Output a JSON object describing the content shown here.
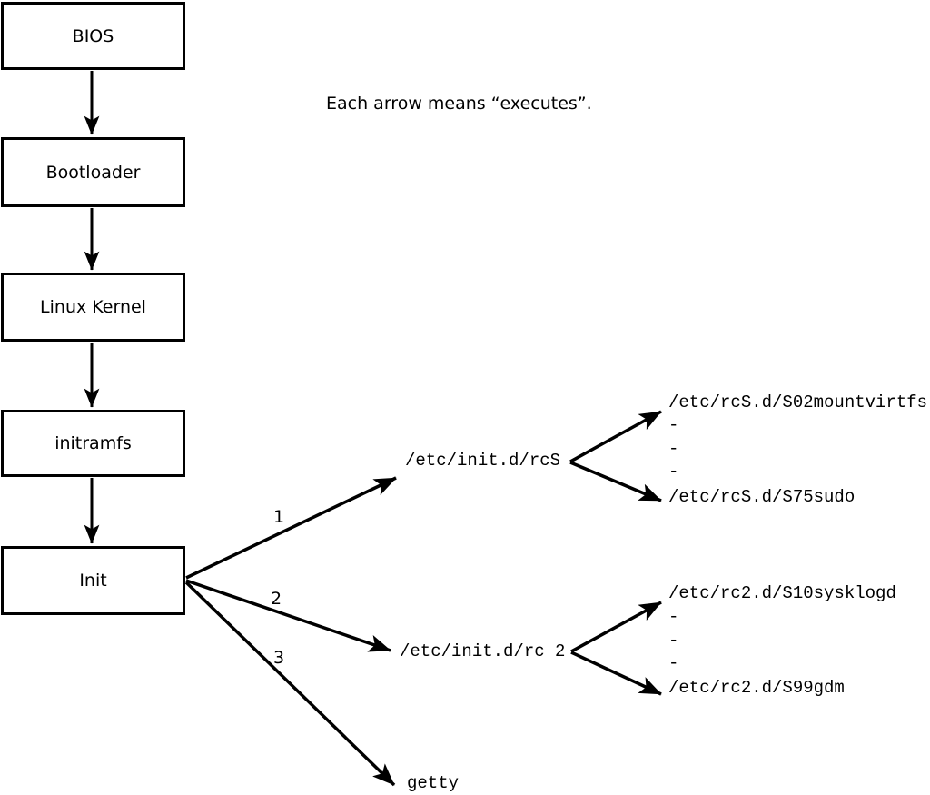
{
  "note": "Each arrow means “executes”.",
  "colors": {
    "ink": "#000000",
    "background": "#ffffff"
  },
  "boot_chain": [
    {
      "label": "BIOS"
    },
    {
      "label": "Bootloader"
    },
    {
      "label": "Linux Kernel"
    },
    {
      "label": "initramfs"
    },
    {
      "label": "Init"
    }
  ],
  "init_branches": [
    {
      "number": "1",
      "target": "/etc/init.d/rcS",
      "children": [
        "/etc/rcS.d/S02mountvirtfs",
        "-",
        "-",
        "-",
        "/etc/rcS.d/S75sudo"
      ]
    },
    {
      "number": "2",
      "target": "/etc/init.d/rc 2",
      "children": [
        "/etc/rc2.d/S10sysklogd",
        "-",
        "-",
        "-",
        "/etc/rc2.d/S99gdm"
      ]
    },
    {
      "number": "3",
      "target": "getty",
      "children": []
    }
  ]
}
